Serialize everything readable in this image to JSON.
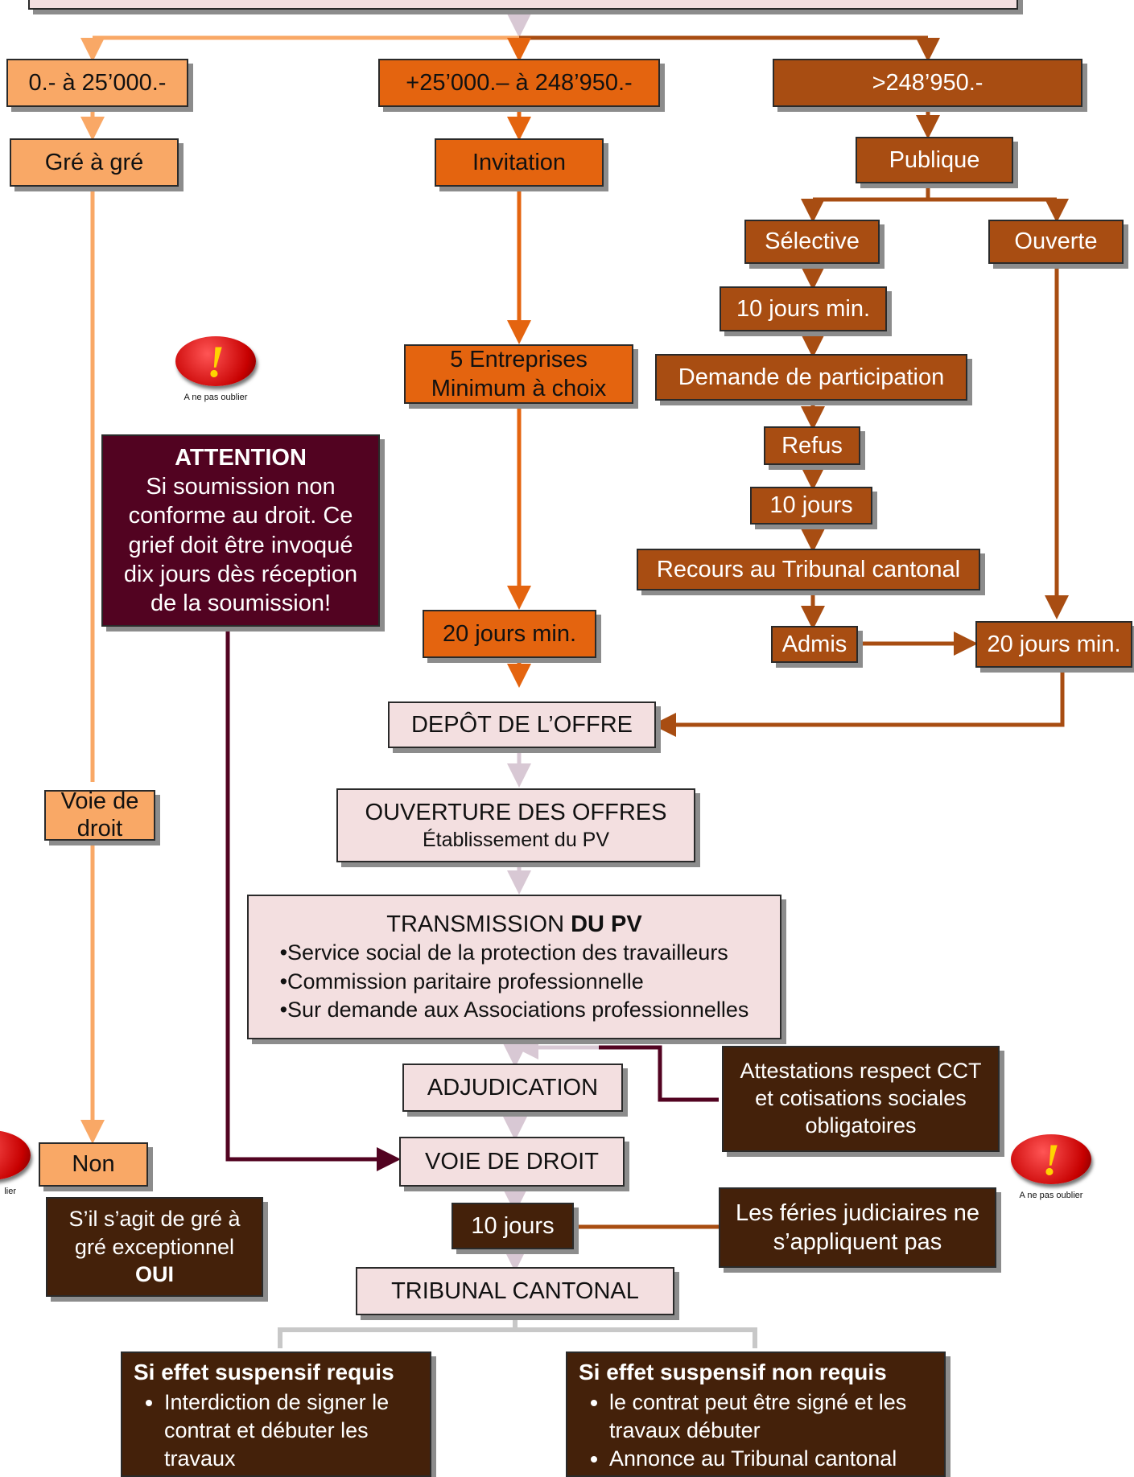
{
  "colors": {
    "light": "#f9a866",
    "orange": "#e4640f",
    "brown": "#a84d12",
    "pink": "#f3dfe0",
    "maroon": "#520321",
    "dark": "#44210a",
    "grey": "#c8c8c8"
  },
  "warning_caption": "A ne pas oublier",
  "thresholds": {
    "low": "0.-  à 25’000.-",
    "mid": "+25’000.– à 248’950.-",
    "high": ">248’950.-"
  },
  "procedures": {
    "gre": "Gré à gré",
    "invitation": "Invitation",
    "publique": "Publique",
    "selective": "Sélective",
    "ouverte": "Ouverte"
  },
  "selective_steps": {
    "min10": "10 jours min.",
    "demande": "Demande de participation",
    "refus": "Refus",
    "jours10": "10 jours",
    "recours": "Recours au Tribunal cantonal",
    "admis": "Admis",
    "min20": "20 jours min."
  },
  "invitation_steps": {
    "entreprises_line1": "5 Entreprises",
    "entreprises_line2": "Minimum à choix",
    "min20": "20 jours min."
  },
  "attention": {
    "title": "ATTENTION",
    "text": "Si soumission non conforme au droit. Ce grief doit être invoqué dix jours dès réception de la soumission!"
  },
  "gre_steps": {
    "voie_line1": "Voie de",
    "voie_line2": "droit",
    "non": "Non",
    "exception_text": "S’il s’agit de gré à gré exceptionnel",
    "exception_oui": "OUI"
  },
  "main_flow": {
    "depot": "DEPÔT DE L’OFFRE",
    "ouverture_title": "OUVERTURE DES OFFRES",
    "ouverture_sub": "Établissement du PV",
    "transmission_title": "TRANSMISSION ",
    "transmission_bold": "DU PV",
    "transmission_items": [
      "Service social de la protection des travailleurs",
      "Commission paritaire professionnelle",
      "Sur demande aux Associations professionnelles"
    ],
    "adjudication": "ADJUDICATION",
    "attestations": "Attestations respect CCT et cotisations sociales obligatoires",
    "voie_de_droit": "VOIE DE DROIT",
    "dix_jours": "10 jours",
    "feries": "Les féries judiciaires ne s’appliquent pas",
    "tribunal": "TRIBUNAL CANTONAL"
  },
  "outcomes": {
    "requis_title": "Si effet suspensif requis",
    "requis_items": [
      "Interdiction de signer le contrat et débuter les travaux"
    ],
    "non_requis_title": "Si effet suspensif  non requis",
    "non_requis_items": [
      "le contrat peut être signé et les travaux débuter",
      "Annonce au Tribunal cantonal"
    ]
  }
}
